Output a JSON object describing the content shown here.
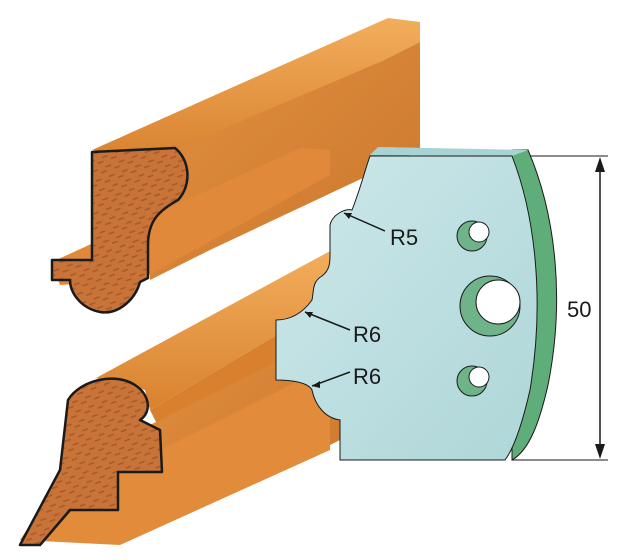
{
  "labels": {
    "radius_top": "R5",
    "radius_middle": "R6",
    "radius_bottom": "R6",
    "height": "50"
  },
  "colors": {
    "wood_light": "#e8963e",
    "wood_mid": "#d9822f",
    "wood_dark": "#b86a22",
    "wood_end": "#c97434",
    "cutter_face": "#bfe0e2",
    "cutter_edge": "#5fae7a",
    "cutter_hole": "#6fb389",
    "outline": "#1a1a1a"
  }
}
